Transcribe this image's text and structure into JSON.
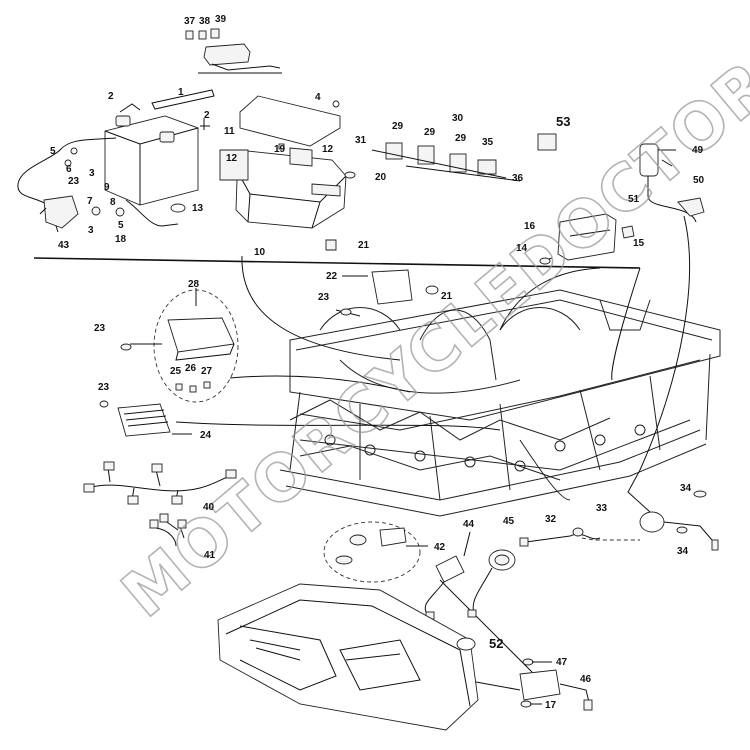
{
  "watermark": "MOTORCYCLEDOCTOR",
  "callouts": {
    "n1": "1",
    "n2a": "2",
    "n2b": "2",
    "n3a": "3",
    "n3b": "3",
    "n4": "4",
    "n5a": "5",
    "n5b": "5",
    "n6": "6",
    "n7": "7",
    "n8": "8",
    "n9": "9",
    "n10": "10",
    "n11": "11",
    "n12a": "12",
    "n12b": "12",
    "n13": "13",
    "n14": "14",
    "n15": "15",
    "n16": "16",
    "n17": "17",
    "n18": "18",
    "n19": "19",
    "n20": "20",
    "n21a": "21",
    "n21b": "21",
    "n22": "22",
    "n23a": "23",
    "n23b": "23",
    "n23c": "23",
    "n23d": "23",
    "n24": "24",
    "n25": "25",
    "n26": "26",
    "n27": "27",
    "n28": "28",
    "n29a": "29",
    "n29b": "29",
    "n29c": "29",
    "n30": "30",
    "n31": "31",
    "n32": "32",
    "n33": "33",
    "n34a": "34",
    "n34b": "34",
    "n35": "35",
    "n36": "36",
    "n37": "37",
    "n38": "38",
    "n39": "39",
    "n40": "40",
    "n41": "41",
    "n42": "42",
    "n43": "43",
    "n44": "44",
    "n45": "45",
    "n46": "46",
    "n47": "47",
    "n49": "49",
    "n50": "50",
    "n51": "51",
    "n52": "52",
    "n53": "53"
  }
}
